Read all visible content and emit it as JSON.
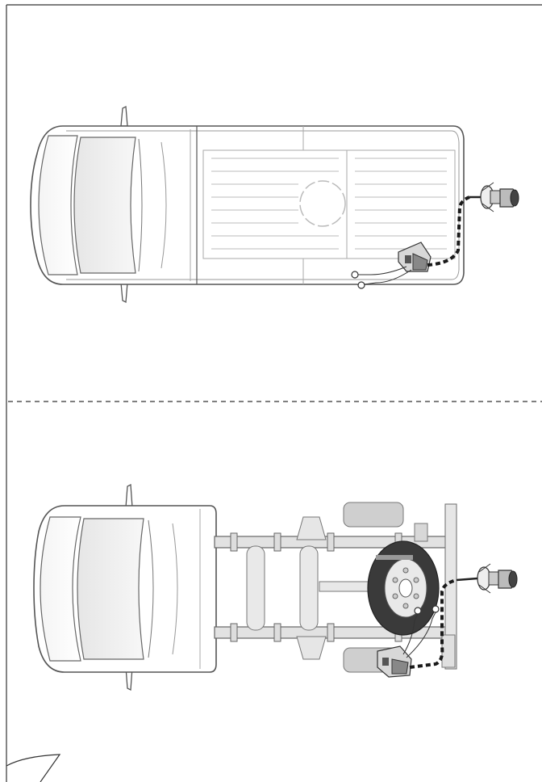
{
  "page": {
    "sections": [
      {
        "id": "top",
        "vehicle": "panel-van",
        "view": "top-down",
        "parts": [
          "cab",
          "cargo-roof",
          "trailer-socket",
          "wiring-module",
          "ground-terminals",
          "cable-harness"
        ]
      },
      {
        "id": "bottom",
        "vehicle": "chassis-cab",
        "view": "underside",
        "parts": [
          "cab",
          "frame-rails",
          "cross-members",
          "spare-wheel",
          "fuel-tank",
          "trailer-socket",
          "wiring-module",
          "ground-terminals",
          "cable-harness"
        ]
      }
    ],
    "divider": "dashed-line",
    "colors": {
      "outline": "#555555",
      "body_fill": "#ffffff",
      "shade": "#e9e9e9",
      "frame": "#d6d6d6",
      "dark_part": "#bdbdbd",
      "cable": "#222222",
      "tire": "#3a3a3a"
    }
  }
}
